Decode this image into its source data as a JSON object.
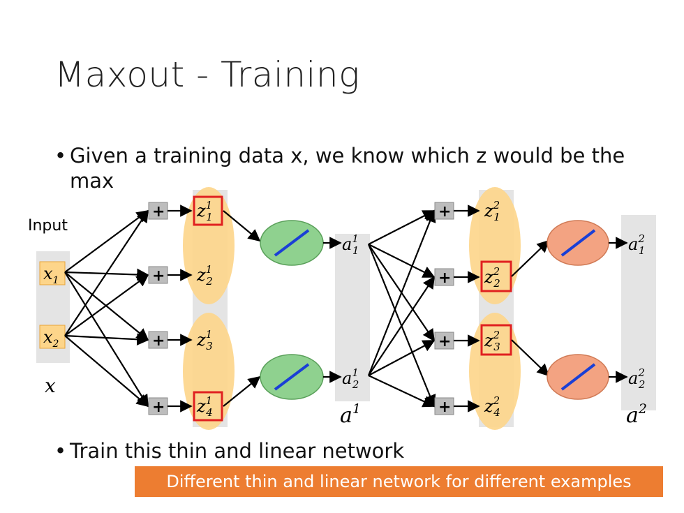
{
  "title": "Maxout - Training",
  "bullets": [
    "Given a training data x, we know which z would be the max",
    "Train this thin and linear network"
  ],
  "banner": "Different thin and linear network for different examples",
  "diagram": {
    "input_label": "Input",
    "plus": "+",
    "inputs": [
      "x",
      "x"
    ],
    "input_subs": [
      "1",
      "2"
    ],
    "input_group_label": "x",
    "layer1": {
      "z": [
        "z",
        "z",
        "z",
        "z"
      ],
      "z_subs": [
        "1",
        "2",
        "3",
        "4"
      ],
      "z_sup": "1",
      "a": [
        "a",
        "a"
      ],
      "a_subs": [
        "1",
        "2"
      ],
      "a_sup": "1",
      "group_label": "a",
      "group_sup": "1",
      "selected": [
        "z1",
        "z4"
      ]
    },
    "layer2": {
      "z": [
        "z",
        "z",
        "z",
        "z"
      ],
      "z_subs": [
        "1",
        "2",
        "3",
        "4"
      ],
      "z_sup": "2",
      "a": [
        "a",
        "a"
      ],
      "a_subs": [
        "1",
        "2"
      ],
      "a_sup": "2",
      "group_label": "a",
      "group_sup": "2",
      "selected": [
        "z2",
        "z3"
      ]
    },
    "colors": {
      "gray_bar": "#e4e4e4",
      "orange_ellipse": "#fdd58a",
      "green_node": "#8fd18f",
      "salmon_node": "#f3a382",
      "highlight": "#e02020",
      "line": "#1a3fd6"
    }
  }
}
